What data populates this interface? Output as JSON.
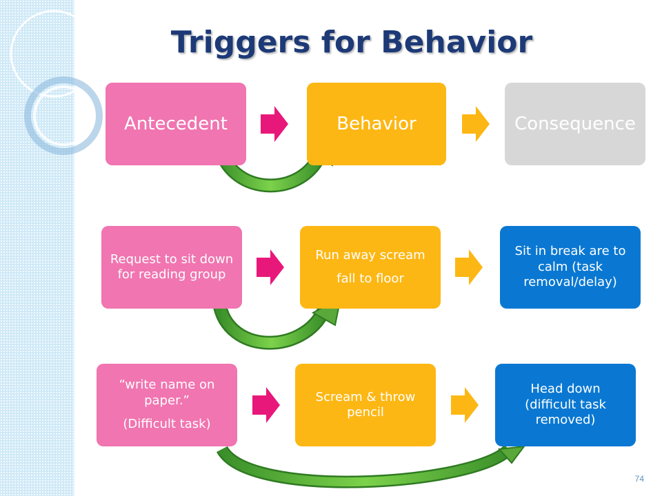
{
  "title": "Triggers for Behavior",
  "colors": {
    "antecedent": "#f075b0",
    "behavior": "#fdb714",
    "consequence_header": "#d7d7d7",
    "consequence": "#0a78d2",
    "arrow_pink": "#e8187b",
    "arrow_orange": "#fdb714",
    "curve_green": "#6cbf3a",
    "title": "#1d3a77"
  },
  "header_row": {
    "antecedent": "Antecedent",
    "behavior": "Behavior",
    "consequence": "Consequence"
  },
  "example1": {
    "antecedent": "Request to sit down for reading group",
    "behavior_lines": [
      "Run away scream",
      "fall to floor"
    ],
    "consequence": "Sit in break are to calm (task removal/delay)"
  },
  "example2": {
    "antecedent_lines": [
      "“write name on paper.”",
      "(Difficult task)"
    ],
    "behavior": "Scream & throw pencil",
    "consequence": "Head down (difficult task removed)"
  },
  "page_number": "74"
}
